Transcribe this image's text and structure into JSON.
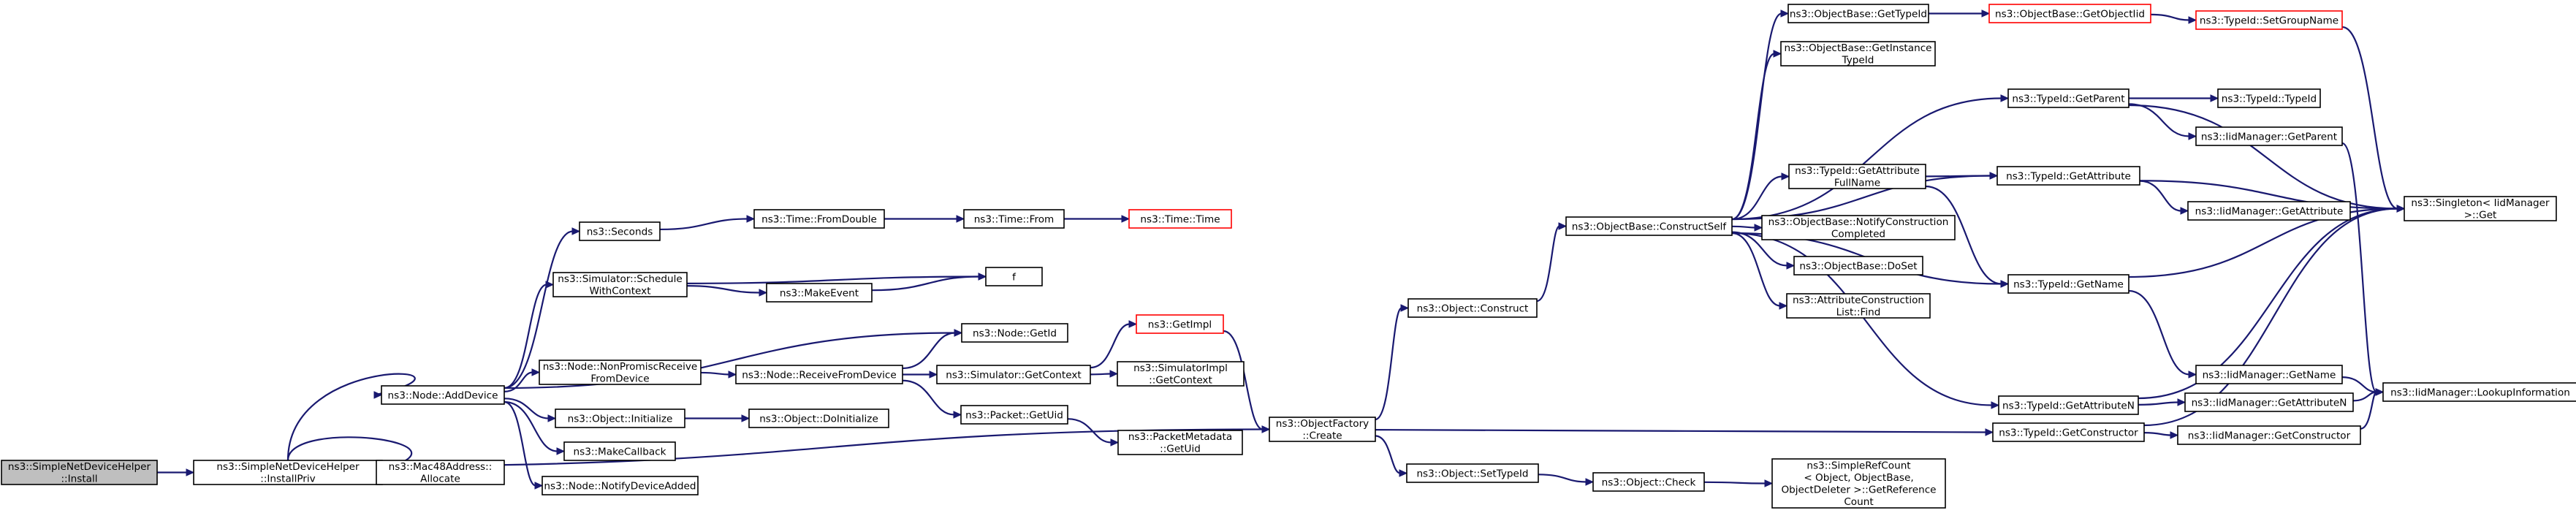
{
  "diagram": {
    "nodes": [
      {
        "id": "root",
        "lines": [
          "ns3::SimpleNetDeviceHelper",
          "::Install"
        ],
        "style": "root"
      },
      {
        "id": "installpriv",
        "lines": [
          "ns3::SimpleNetDeviceHelper",
          "::InstallPriv"
        ],
        "style": "normal"
      },
      {
        "id": "adddevice",
        "lines": [
          "ns3::Node::AddDevice"
        ],
        "style": "normal"
      },
      {
        "id": "mac48",
        "lines": [
          "ns3::Mac48Address::",
          "Allocate"
        ],
        "style": "normal"
      },
      {
        "id": "seconds",
        "lines": [
          "ns3::Seconds"
        ],
        "style": "normal"
      },
      {
        "id": "schedule",
        "lines": [
          "ns3::Simulator::Schedule",
          "WithContext"
        ],
        "style": "normal"
      },
      {
        "id": "nonpromisc",
        "lines": [
          "ns3::Node::NonPromiscReceive",
          "FromDevice"
        ],
        "style": "normal"
      },
      {
        "id": "objinit",
        "lines": [
          "ns3::Object::Initialize"
        ],
        "style": "normal"
      },
      {
        "id": "makecallback",
        "lines": [
          "ns3::MakeCallback"
        ],
        "style": "normal"
      },
      {
        "id": "notifydev",
        "lines": [
          "ns3::Node::NotifyDeviceAdded"
        ],
        "style": "normal"
      },
      {
        "id": "fromdouble",
        "lines": [
          "ns3::Time::FromDouble"
        ],
        "style": "normal"
      },
      {
        "id": "makeevent",
        "lines": [
          "ns3::MakeEvent"
        ],
        "style": "normal"
      },
      {
        "id": "receivefrom",
        "lines": [
          "ns3::Node::ReceiveFromDevice"
        ],
        "style": "normal"
      },
      {
        "id": "doinit",
        "lines": [
          "ns3::Object::DoInitialize"
        ],
        "style": "normal"
      },
      {
        "id": "timefrom",
        "lines": [
          "ns3::Time::From"
        ],
        "style": "normal"
      },
      {
        "id": "f",
        "lines": [
          "f"
        ],
        "style": "normal"
      },
      {
        "id": "getid",
        "lines": [
          "ns3::Node::GetId"
        ],
        "style": "normal"
      },
      {
        "id": "getcontext",
        "lines": [
          "ns3::Simulator::GetContext"
        ],
        "style": "normal"
      },
      {
        "id": "getuid",
        "lines": [
          "ns3::Packet::GetUid"
        ],
        "style": "normal"
      },
      {
        "id": "timetime",
        "lines": [
          "ns3::Time::Time"
        ],
        "style": "red"
      },
      {
        "id": "getimpl",
        "lines": [
          "ns3::GetImpl"
        ],
        "style": "red"
      },
      {
        "id": "simimplctx",
        "lines": [
          "ns3::SimulatorImpl",
          "::GetContext"
        ],
        "style": "normal"
      },
      {
        "id": "pktmeta",
        "lines": [
          "ns3::PacketMetadata",
          "::GetUid"
        ],
        "style": "normal"
      },
      {
        "id": "factory",
        "lines": [
          "ns3::ObjectFactory",
          "::Create"
        ],
        "style": "normal"
      },
      {
        "id": "construct",
        "lines": [
          "ns3::Object::Construct"
        ],
        "style": "normal"
      },
      {
        "id": "settypeid",
        "lines": [
          "ns3::Object::SetTypeId"
        ],
        "style": "normal"
      },
      {
        "id": "constructself",
        "lines": [
          "ns3::ObjectBase::ConstructSelf"
        ],
        "style": "normal"
      },
      {
        "id": "check",
        "lines": [
          "ns3::Object::Check"
        ],
        "style": "normal"
      },
      {
        "id": "gettypeid",
        "lines": [
          "ns3::ObjectBase::GetTypeId"
        ],
        "style": "normal"
      },
      {
        "id": "getinsttypeid",
        "lines": [
          "ns3::ObjectBase::GetInstance",
          "TypeId"
        ],
        "style": "normal"
      },
      {
        "id": "getattrfull",
        "lines": [
          "ns3::TypeId::GetAttribute",
          "FullName"
        ],
        "style": "normal"
      },
      {
        "id": "notifyconstr",
        "lines": [
          "ns3::ObjectBase::NotifyConstruction",
          "Completed"
        ],
        "style": "normal"
      },
      {
        "id": "doset",
        "lines": [
          "ns3::ObjectBase::DoSet"
        ],
        "style": "normal"
      },
      {
        "id": "attrconstrfind",
        "lines": [
          "ns3::AttributeConstruction",
          "List::Find"
        ],
        "style": "normal"
      },
      {
        "id": "refcount",
        "lines": [
          "ns3::SimpleRefCount",
          "< Object, ObjectBase,",
          "ObjectDeleter >::GetReference",
          "Count"
        ],
        "style": "normal"
      },
      {
        "id": "getobjectiid",
        "lines": [
          "ns3::ObjectBase::GetObjectIid"
        ],
        "style": "red"
      },
      {
        "id": "getparent",
        "lines": [
          "ns3::TypeId::GetParent"
        ],
        "style": "normal"
      },
      {
        "id": "getattribute",
        "lines": [
          "ns3::TypeId::GetAttribute"
        ],
        "style": "normal"
      },
      {
        "id": "getname",
        "lines": [
          "ns3::TypeId::GetName"
        ],
        "style": "normal"
      },
      {
        "id": "getattributen",
        "lines": [
          "ns3::TypeId::GetAttributeN"
        ],
        "style": "normal"
      },
      {
        "id": "getconstructor",
        "lines": [
          "ns3::TypeId::GetConstructor"
        ],
        "style": "normal"
      },
      {
        "id": "setgroupname",
        "lines": [
          "ns3::TypeId::SetGroupName"
        ],
        "style": "red"
      },
      {
        "id": "typeidtypeid",
        "lines": [
          "ns3::TypeId::TypeId"
        ],
        "style": "normal"
      },
      {
        "id": "iidgetparent",
        "lines": [
          "ns3::IidManager::GetParent"
        ],
        "style": "normal"
      },
      {
        "id": "iidgetattr",
        "lines": [
          "ns3::IidManager::GetAttribute"
        ],
        "style": "normal"
      },
      {
        "id": "iidgetname",
        "lines": [
          "ns3::IidManager::GetName"
        ],
        "style": "normal"
      },
      {
        "id": "iidgetattrn",
        "lines": [
          "ns3::IidManager::GetAttributeN"
        ],
        "style": "normal"
      },
      {
        "id": "iidgetconstr",
        "lines": [
          "ns3::IidManager::GetConstructor"
        ],
        "style": "normal"
      },
      {
        "id": "singleton",
        "lines": [
          "ns3::Singleton< IidManager",
          ">::Get"
        ],
        "style": "normal"
      },
      {
        "id": "lookupinfo",
        "lines": [
          "ns3::IidManager::LookupInformation"
        ],
        "style": "normal"
      }
    ],
    "edges": [
      [
        "root",
        "installpriv"
      ],
      [
        "installpriv",
        "adddevice"
      ],
      [
        "installpriv",
        "mac48"
      ],
      [
        "installpriv",
        "factory"
      ],
      [
        "adddevice",
        "seconds"
      ],
      [
        "adddevice",
        "schedule"
      ],
      [
        "adddevice",
        "getid"
      ],
      [
        "adddevice",
        "nonpromisc"
      ],
      [
        "adddevice",
        "objinit"
      ],
      [
        "adddevice",
        "makecallback"
      ],
      [
        "adddevice",
        "notifydev"
      ],
      [
        "seconds",
        "fromdouble"
      ],
      [
        "fromdouble",
        "timefrom"
      ],
      [
        "timefrom",
        "timetime"
      ],
      [
        "schedule",
        "f"
      ],
      [
        "schedule",
        "makeevent"
      ],
      [
        "makeevent",
        "f"
      ],
      [
        "nonpromisc",
        "receivefrom"
      ],
      [
        "receivefrom",
        "getid"
      ],
      [
        "receivefrom",
        "getcontext"
      ],
      [
        "receivefrom",
        "getuid"
      ],
      [
        "getcontext",
        "getimpl"
      ],
      [
        "getcontext",
        "simimplctx"
      ],
      [
        "getimpl",
        "factory"
      ],
      [
        "getuid",
        "pktmeta"
      ],
      [
        "objinit",
        "doinit"
      ],
      [
        "factory",
        "construct"
      ],
      [
        "factory",
        "settypeid"
      ],
      [
        "factory",
        "getconstructor"
      ],
      [
        "construct",
        "constructself"
      ],
      [
        "settypeid",
        "check"
      ],
      [
        "check",
        "refcount"
      ],
      [
        "constructself",
        "gettypeid"
      ],
      [
        "constructself",
        "getinsttypeid"
      ],
      [
        "constructself",
        "getparent"
      ],
      [
        "constructself",
        "getattrfull"
      ],
      [
        "constructself",
        "getattribute"
      ],
      [
        "constructself",
        "notifyconstr"
      ],
      [
        "constructself",
        "doset"
      ],
      [
        "constructself",
        "attrconstrfind"
      ],
      [
        "constructself",
        "getname"
      ],
      [
        "constructself",
        "getattributen"
      ],
      [
        "gettypeid",
        "getobjectiid"
      ],
      [
        "getobjectiid",
        "setgroupname"
      ],
      [
        "setgroupname",
        "singleton"
      ],
      [
        "getattrfull",
        "getattribute"
      ],
      [
        "getattrfull",
        "getname"
      ],
      [
        "getparent",
        "typeidtypeid"
      ],
      [
        "getparent",
        "iidgetparent"
      ],
      [
        "getparent",
        "singleton"
      ],
      [
        "iidgetparent",
        "lookupinfo"
      ],
      [
        "getattribute",
        "iidgetattr"
      ],
      [
        "getattribute",
        "singleton"
      ],
      [
        "getname",
        "singleton"
      ],
      [
        "getname",
        "iidgetname"
      ],
      [
        "iidgetname",
        "lookupinfo"
      ],
      [
        "getattributen",
        "singleton"
      ],
      [
        "getattributen",
        "iidgetattrn"
      ],
      [
        "iidgetattrn",
        "lookupinfo"
      ],
      [
        "getconstructor",
        "singleton"
      ],
      [
        "getconstructor",
        "iidgetconstr"
      ],
      [
        "iidgetconstr",
        "lookupinfo"
      ]
    ]
  }
}
